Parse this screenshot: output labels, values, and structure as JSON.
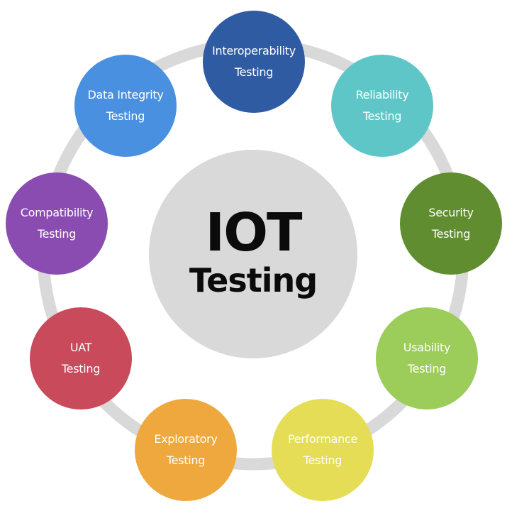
{
  "diagram": {
    "center": {
      "line1": "IOT",
      "line2": "Testing",
      "color": "#d9d9d9"
    },
    "ring_color": "#d9d9d9",
    "nodes": [
      {
        "line1": "Interoperability",
        "line2": "Testing",
        "color": "#2f5ba3"
      },
      {
        "line1": "Reliability",
        "line2": "Testing",
        "color": "#5fc6c8"
      },
      {
        "line1": "Security",
        "line2": "Testing",
        "color": "#5f8d2f"
      },
      {
        "line1": "Usability",
        "line2": "Testing",
        "color": "#9ccc5a"
      },
      {
        "line1": "Performance",
        "line2": "Testing",
        "color": "#e4dd55"
      },
      {
        "line1": "Exploratory",
        "line2": "Testing",
        "color": "#eea83e"
      },
      {
        "line1": "UAT",
        "line2": "Testing",
        "color": "#c94a5b"
      },
      {
        "line1": "Compatibility",
        "line2": "Testing",
        "color": "#8a4cb0"
      },
      {
        "line1": "Data Integrity",
        "line2": "Testing",
        "color": "#4a90e0"
      }
    ]
  }
}
